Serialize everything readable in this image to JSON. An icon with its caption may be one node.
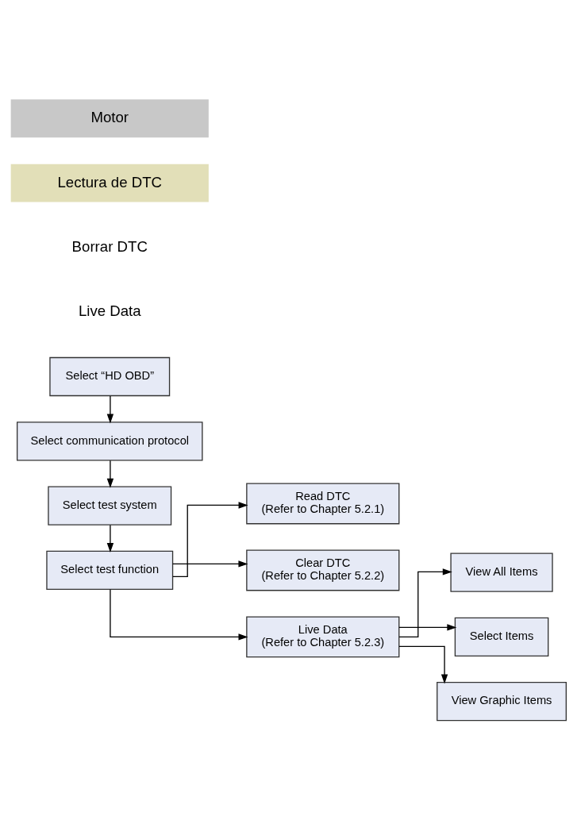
{
  "diagram": {
    "nodes": [
      {
        "text": [
          "Select “HD OBD”"
        ]
      },
      {
        "text": [
          "Select communication protocol"
        ]
      },
      {
        "text": [
          "Select test system"
        ]
      },
      {
        "text": [
          "Select test function"
        ]
      },
      {
        "text": [
          "Read DTC",
          "(Refer to Chapter 5.2.1)"
        ]
      },
      {
        "text": [
          "Clear DTC",
          "(Refer to Chapter 5.2.2)"
        ]
      },
      {
        "text": [
          "Live Data",
          "(Refer to Chapter 5.2.3)"
        ]
      },
      {
        "text": [
          "View All Items"
        ]
      },
      {
        "text": [
          "Select Items"
        ]
      },
      {
        "text": [
          "View Graphic Items"
        ]
      }
    ],
    "edges": [
      {
        "from": 0,
        "to": 1,
        "arrow": "to"
      },
      {
        "from": 1,
        "to": 2,
        "arrow": "to"
      },
      {
        "from": 2,
        "to": 3,
        "arrow": "to"
      },
      {
        "from": 3,
        "to": 4,
        "arrow": "to"
      },
      {
        "from": 3,
        "to": 5,
        "arrow": "to"
      },
      {
        "from": 3,
        "to": 6,
        "arrow": "to"
      },
      {
        "from": 6,
        "to": 7,
        "arrow": "to"
      },
      {
        "from": 6,
        "to": 8,
        "arrow": "to"
      },
      {
        "from": 6,
        "to": 9,
        "arrow": "to"
      }
    ],
    "labels": [
      "Motor",
      "Lectura de DTC",
      "Borrar DTC",
      "Live Data"
    ]
  }
}
